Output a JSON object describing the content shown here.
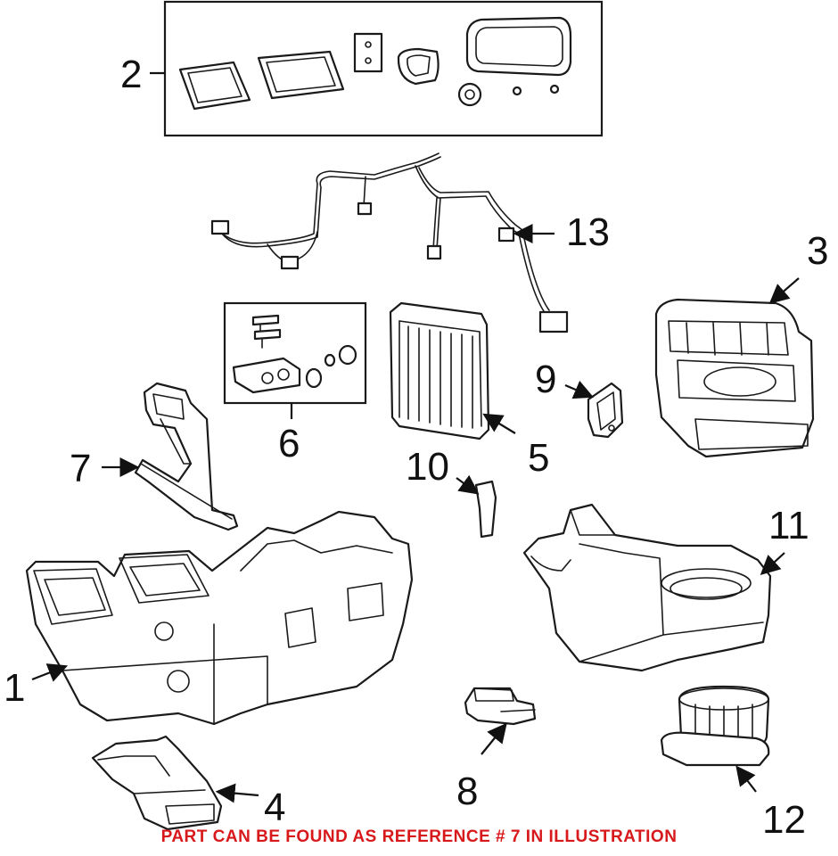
{
  "callouts": {
    "c1": "1",
    "c2": "2",
    "c3": "3",
    "c4": "4",
    "c5": "5",
    "c6": "6",
    "c7": "7",
    "c8": "8",
    "c9": "9",
    "c10": "10",
    "c11": "11",
    "c12": "12",
    "c13": "13"
  },
  "footer_note": "PART CAN BE FOUND AS REFERENCE # 7 IN ILLUSTRATION",
  "colors": {
    "footer_note": "#d7191c",
    "line_art": "#1a1a1a"
  }
}
